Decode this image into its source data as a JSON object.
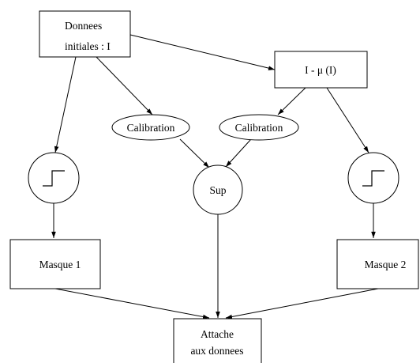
{
  "diagram": {
    "nodes": {
      "donnees": {
        "line1": "Donnees",
        "line2": "initiales : I"
      },
      "imu": {
        "label": "I -  μ (I)"
      },
      "calib_left": {
        "label": "Calibration"
      },
      "calib_right": {
        "label": "Calibration"
      },
      "step_left": {
        "icon": "step-function-icon"
      },
      "sup": {
        "label": "Sup"
      },
      "step_right": {
        "icon": "step-function-icon"
      },
      "masque1": {
        "label": "Masque 1"
      },
      "masque2": {
        "label": "Masque 2"
      },
      "attache": {
        "line1": "Attache",
        "line2": "aux donnees"
      }
    },
    "edges": [
      {
        "from": "donnees",
        "to": "imu"
      },
      {
        "from": "donnees",
        "to": "calib_left"
      },
      {
        "from": "donnees",
        "to": "step_left"
      },
      {
        "from": "imu",
        "to": "calib_right"
      },
      {
        "from": "imu",
        "to": "step_right"
      },
      {
        "from": "calib_left",
        "to": "sup"
      },
      {
        "from": "calib_right",
        "to": "sup"
      },
      {
        "from": "step_left",
        "to": "masque1"
      },
      {
        "from": "step_right",
        "to": "masque2"
      },
      {
        "from": "sup",
        "to": "attache"
      },
      {
        "from": "masque1",
        "to": "attache"
      },
      {
        "from": "masque2",
        "to": "attache"
      }
    ]
  }
}
